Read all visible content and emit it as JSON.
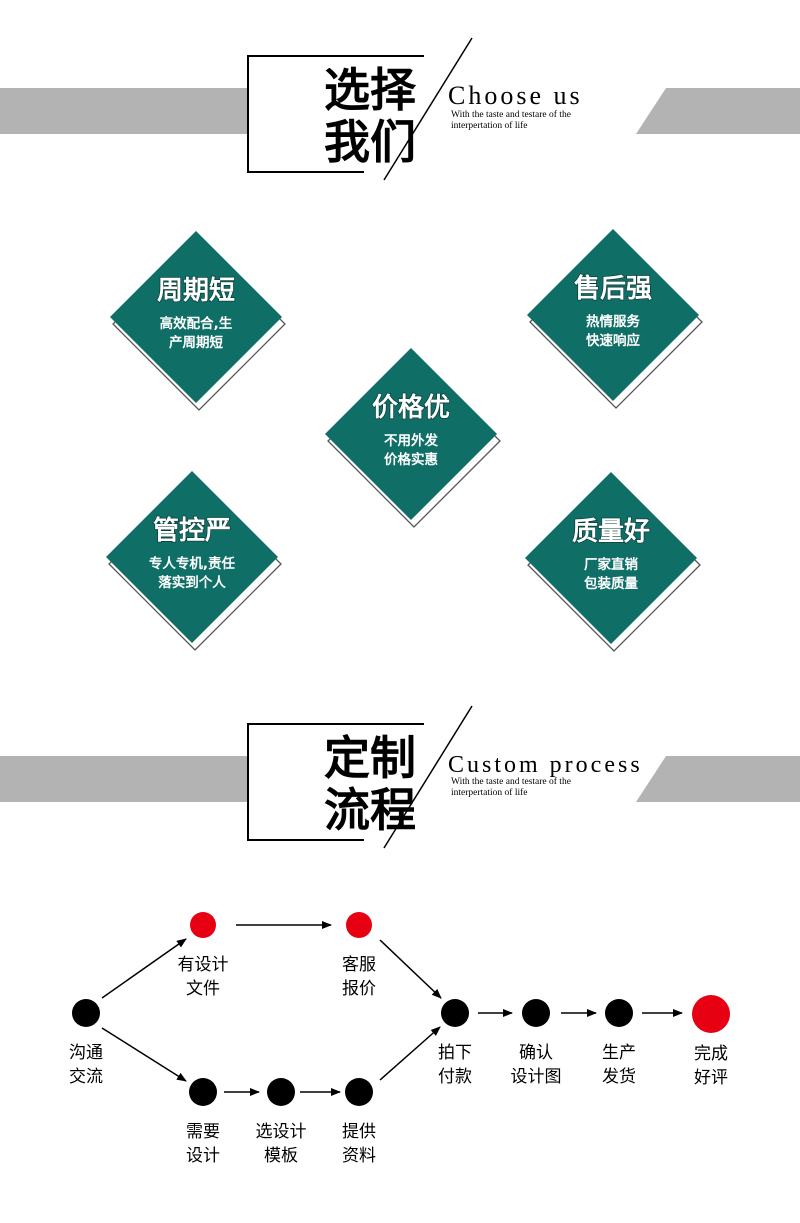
{
  "colors": {
    "teal": "#0f6f66",
    "band": "#b3b3b3",
    "red": "#e60012",
    "black": "#000000"
  },
  "choose_us": {
    "title_line1": "选择",
    "title_line2": "我们",
    "en_title": "Choose us",
    "sub_line1": "With the taste and testare of the",
    "sub_line2": "interpertation of life"
  },
  "features": [
    {
      "title": "周期短",
      "line1": "高效配合,生",
      "line2": "产周期短"
    },
    {
      "title": "售后强",
      "line1": "热情服务",
      "line2": "快速响应"
    },
    {
      "title": "价格优",
      "line1": "不用外发",
      "line2": "价格实惠"
    },
    {
      "title": "管控严",
      "line1": "专人专机,责任",
      "line2": "落实到个人"
    },
    {
      "title": "质量好",
      "line1": "厂家直销",
      "line2": "包装质量"
    }
  ],
  "custom_process": {
    "title_line1": "定制",
    "title_line2": "流程",
    "en_title": "Custom process",
    "sub_line1": "With the taste and testare of the",
    "sub_line2": "interpertation of life"
  },
  "flow_nodes": [
    {
      "line1": "沟通",
      "line2": "交流",
      "color": "black"
    },
    {
      "line1": "有设计",
      "line2": "文件",
      "color": "red"
    },
    {
      "line1": "客服",
      "line2": "报价",
      "color": "red"
    },
    {
      "line1": "需要",
      "line2": "设计",
      "color": "black"
    },
    {
      "line1": "选设计",
      "line2": "模板",
      "color": "black"
    },
    {
      "line1": "提供",
      "line2": "资料",
      "color": "black"
    },
    {
      "line1": "拍下",
      "line2": "付款",
      "color": "black"
    },
    {
      "line1": "确认",
      "line2": "设计图",
      "color": "black"
    },
    {
      "line1": "生产",
      "line2": "发货",
      "color": "black"
    },
    {
      "line1": "完成",
      "line2": "好评",
      "color": "red"
    }
  ]
}
